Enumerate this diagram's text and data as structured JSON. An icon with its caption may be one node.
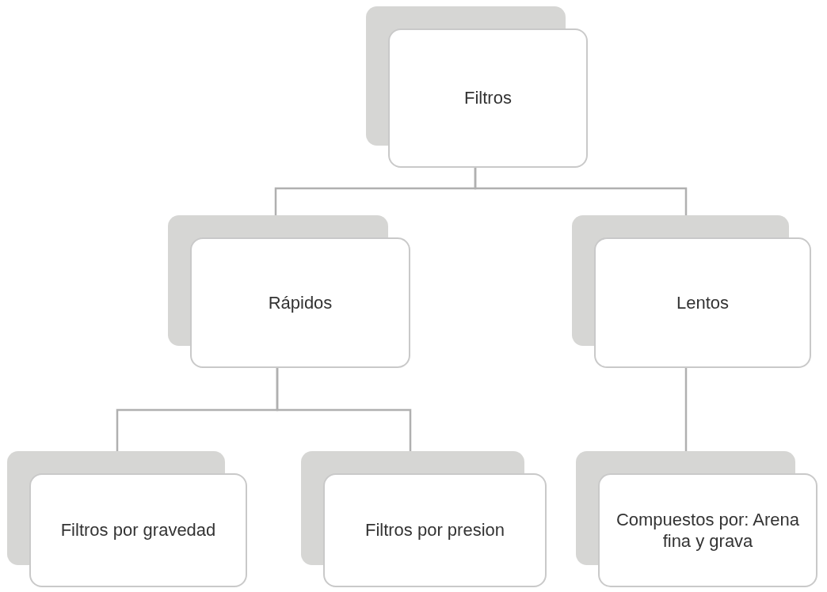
{
  "diagram": {
    "nodes": [
      {
        "text": [
          "Filtros"
        ]
      },
      {
        "text": [
          "Rápidos"
        ]
      },
      {
        "text": [
          "Lentos"
        ]
      },
      {
        "text": [
          "Filtros por gravedad"
        ]
      },
      {
        "text": [
          "Filtros por presion"
        ]
      },
      {
        "text": [
          "Compuestos por: Arena fina y grava"
        ]
      }
    ],
    "edges": [
      {
        "from": 0,
        "to": 1,
        "arrow": "none"
      },
      {
        "from": 0,
        "to": 2,
        "arrow": "none"
      },
      {
        "from": 1,
        "to": 3,
        "arrow": "none"
      },
      {
        "from": 1,
        "to": 4,
        "arrow": "none"
      },
      {
        "from": 2,
        "to": 5,
        "arrow": "none"
      }
    ]
  }
}
